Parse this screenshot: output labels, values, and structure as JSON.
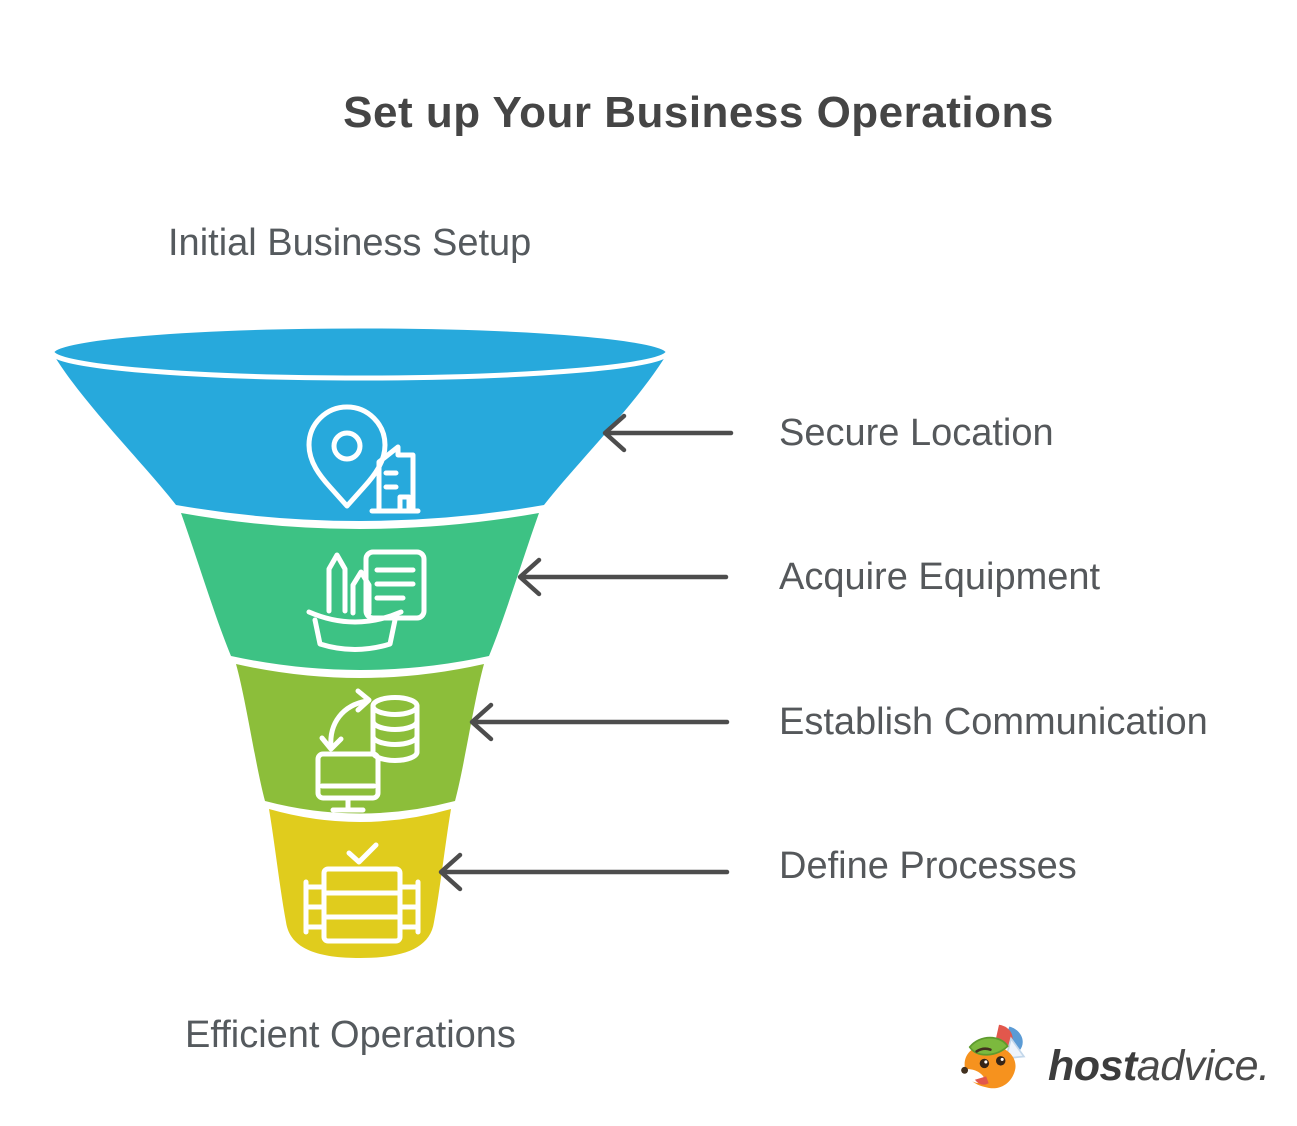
{
  "title": "Set up Your Business Operations",
  "funnel": {
    "top_label": "Initial Business Setup",
    "bottom_label": "Efficient Operations",
    "arrow_color": "#4d4d4d",
    "stages": [
      {
        "label": "Secure Location",
        "color": "#27a9dc",
        "icon": "location-building-icon"
      },
      {
        "label": "Acquire Equipment",
        "color": "#3dc284",
        "icon": "equipment-tools-icon"
      },
      {
        "label": "Establish Communication",
        "color": "#8cbe3a",
        "icon": "sync-devices-icon"
      },
      {
        "label": "Define Processes",
        "color": "#e0cc1d",
        "icon": "process-table-icon"
      }
    ]
  },
  "brand": {
    "host": "host",
    "advice": "advice."
  }
}
